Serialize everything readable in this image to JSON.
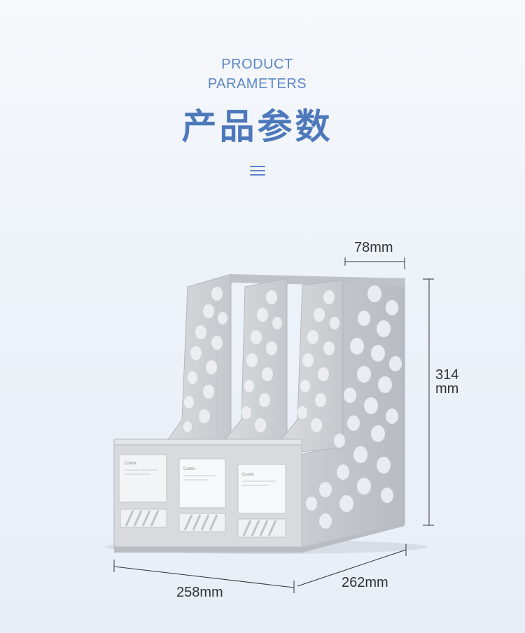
{
  "header": {
    "eyebrow_line1": "PRODUCT",
    "eyebrow_line2": "PARAMETERS",
    "title": "产品参数"
  },
  "icons": {
    "divider": "menu-lines-icon"
  },
  "colors": {
    "accent": "#5b86c6",
    "title": "#4d79bb",
    "product_body": "#cfd2d6",
    "product_dark": "#aeb2b7",
    "dimension_line": "#333333"
  },
  "dimensions": {
    "depth_top": "78mm",
    "height_value": "314",
    "height_unit": "mm",
    "width": "258mm",
    "depth": "262mm"
  },
  "product": {
    "brand_label": "Comix"
  }
}
